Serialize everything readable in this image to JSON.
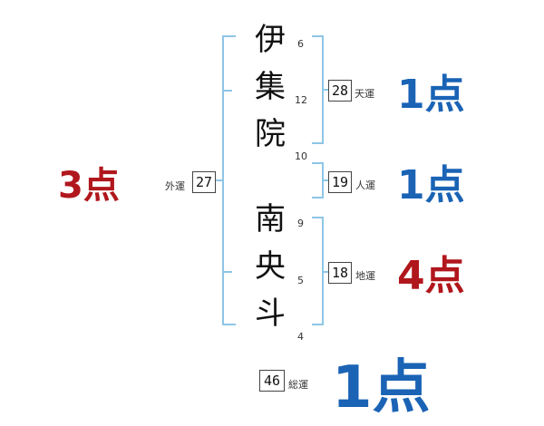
{
  "name_chars": [
    {
      "char": "伊",
      "strokes": "6"
    },
    {
      "char": "集",
      "strokes": "12"
    },
    {
      "char": "院",
      "strokes": "10"
    },
    {
      "char": "南",
      "strokes": "9"
    },
    {
      "char": "央",
      "strokes": "5"
    },
    {
      "char": "斗",
      "strokes": "4"
    }
  ],
  "fortunes": {
    "tenun": {
      "label": "天運",
      "value": "28",
      "score": "1点"
    },
    "jinun": {
      "label": "人運",
      "value": "19",
      "score": "1点"
    },
    "chiun": {
      "label": "地運",
      "value": "18",
      "score": "4点"
    },
    "gaiun": {
      "label": "外運",
      "value": "27",
      "score": "3点"
    },
    "souun": {
      "label": "総運",
      "value": "46",
      "score": "1点"
    }
  },
  "colors": {
    "bracket": "#8ec6e6",
    "score_good": "#1a63b5",
    "score_bad": "#b0171c"
  }
}
